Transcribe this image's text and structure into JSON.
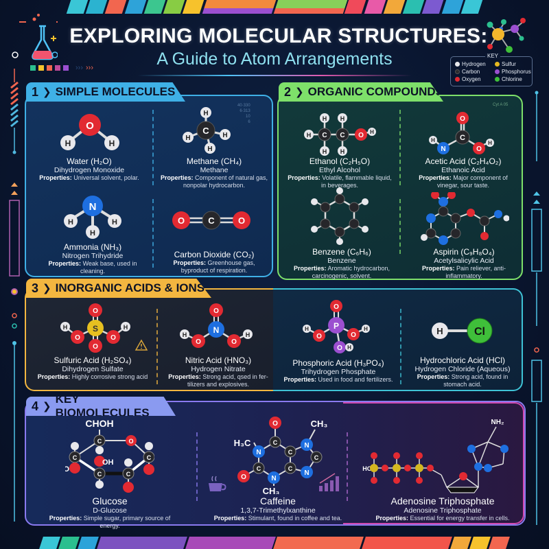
{
  "header": {
    "title": "EXPLORING MOLECULAR STRUCTURES:",
    "subtitle": "A Guide to Atom Arrangements"
  },
  "legend": {
    "title": "KEY",
    "items": [
      {
        "label": "Hydrogen",
        "color": "#e8e8ec"
      },
      {
        "label": "Sulfur",
        "color": "#e6b820"
      },
      {
        "label": "Carbon",
        "color": "#2a2a2e"
      },
      {
        "label": "Phosphorus",
        "color": "#9b4fd0"
      },
      {
        "label": "Oxygen",
        "color": "#e22a32"
      },
      {
        "label": "Chlorine",
        "color": "#3fbf3a"
      }
    ]
  },
  "colors": {
    "section1": "#3fb0e6",
    "section2": "#7ee06a",
    "section3": "#f3b640",
    "section4": "#7c8ef0",
    "hydrogen": "#e8e8ec",
    "carbon": "#26262a",
    "oxygen": "#e22a32",
    "nitrogen": "#1e6fe0",
    "sulfur": "#e6c020",
    "phosphorus": "#9b4fd0",
    "chlorine": "#3fbf3a"
  },
  "sections": [
    {
      "number": "1",
      "title": "SIMPLE MOLECULES",
      "molecules": [
        {
          "name": "Water (H₂O)",
          "iupac": "Dihydrogen Monoxide",
          "properties_label": "Properties:",
          "properties": "Universal solvent, polar."
        },
        {
          "name": "Methane (CH₄)",
          "iupac": "Methane",
          "properties_label": "Properties:",
          "properties": "Component of natural gas, nonpolar hydrocarbon."
        },
        {
          "name": "Ammonia (NH₃)",
          "iupac": "Nitrogen Trihydride",
          "properties_label": "Properties:",
          "properties": "Weak base, used in cleaning."
        },
        {
          "name": "Carbon Dioxide (CO₂)",
          "iupac": "",
          "properties_label": "Properties:",
          "properties": "Greenhouse gas, byproduct of respiration."
        }
      ],
      "deco_text": [
        "40·330",
        "6·313",
        "10",
        "6"
      ]
    },
    {
      "number": "2",
      "title": "ORGANIC COMPOUNDS",
      "molecules": [
        {
          "name": "Ethanol (C₂H₅O)",
          "iupac": "Ethyl Alcohol",
          "properties_label": "Properties:",
          "properties": "Volatile, flammable liquid, in beverages."
        },
        {
          "name": "Acetic Acid (C₂H₄O₂)",
          "iupac": "Ethanoic Acid",
          "properties_label": "Properties:",
          "properties": "Major component of vinegar, sour taste."
        },
        {
          "name": "Benzene (C₆H₆)",
          "iupac": "Benzene",
          "properties_label": "Properties:",
          "properties": "Aromatic hydrocarbon, carcinogenic, solvent."
        },
        {
          "name": "Aspirin (C₉H₈O₄)",
          "iupac": "Acetylsalicylic Acid",
          "properties_label": "Properties:",
          "properties": "Pain reliever, anti-inflammatory."
        }
      ],
      "deco_text": [
        "Cyt A 05"
      ]
    },
    {
      "number": "3",
      "title": "INORGANIC ACIDS & IONS",
      "molecules": [
        {
          "name": "Sulfuric Acid (H₂SO₄)",
          "iupac": "Dihydrogen Sulfate",
          "properties_label": "Properties:",
          "properties": "Highly corrosive strong acid"
        },
        {
          "name": "Nitric Acid (HNO₃)",
          "iupac": "Hydrogen Nitrate",
          "properties_label": "Properties:",
          "properties": "Strong acid, qsed in fer-tilizers and explosives."
        },
        {
          "name": "Phosphoric Acid (H₃PO₄)",
          "iupac": "Trihydrogen Phosphate",
          "properties_label": "Properties:",
          "properties": "Used in food and fertilizers."
        },
        {
          "name": "Hydrochloric Acid (HCl)",
          "iupac": "Hydrogen Chloride (Aqueous)",
          "properties_label": "Properties:",
          "properties": "Strong acid, found in stomach acid."
        }
      ]
    },
    {
      "number": "4",
      "title": "KEY BIOMOLECULES",
      "molecules": [
        {
          "name": "Glucose",
          "iupac": "D-Glucose",
          "properties_label": "Properties:",
          "properties": "Simple sugar, primary source of energy.",
          "top_label": "CHOH"
        },
        {
          "name": "Caffeine",
          "iupac": "1,3,7-Trimethylxanthine",
          "properties_label": "Properties:",
          "properties": "Stimulant, found in coffee and tea."
        },
        {
          "name": "Adenosine Triphosphate",
          "iupac": "Adenosine Triphosphate",
          "properties_label": "Properties:",
          "properties": "Essential for energy transfer in cells."
        }
      ]
    }
  ],
  "atoms": {
    "H": "H",
    "C": "C",
    "O": "O",
    "N": "N",
    "S": "S",
    "P": "P",
    "Cl": "Cl",
    "OH": "OH",
    "HO": "HO",
    "CH3": "CH₃",
    "H3C": "H₃C",
    "NH2": "NH₂"
  }
}
